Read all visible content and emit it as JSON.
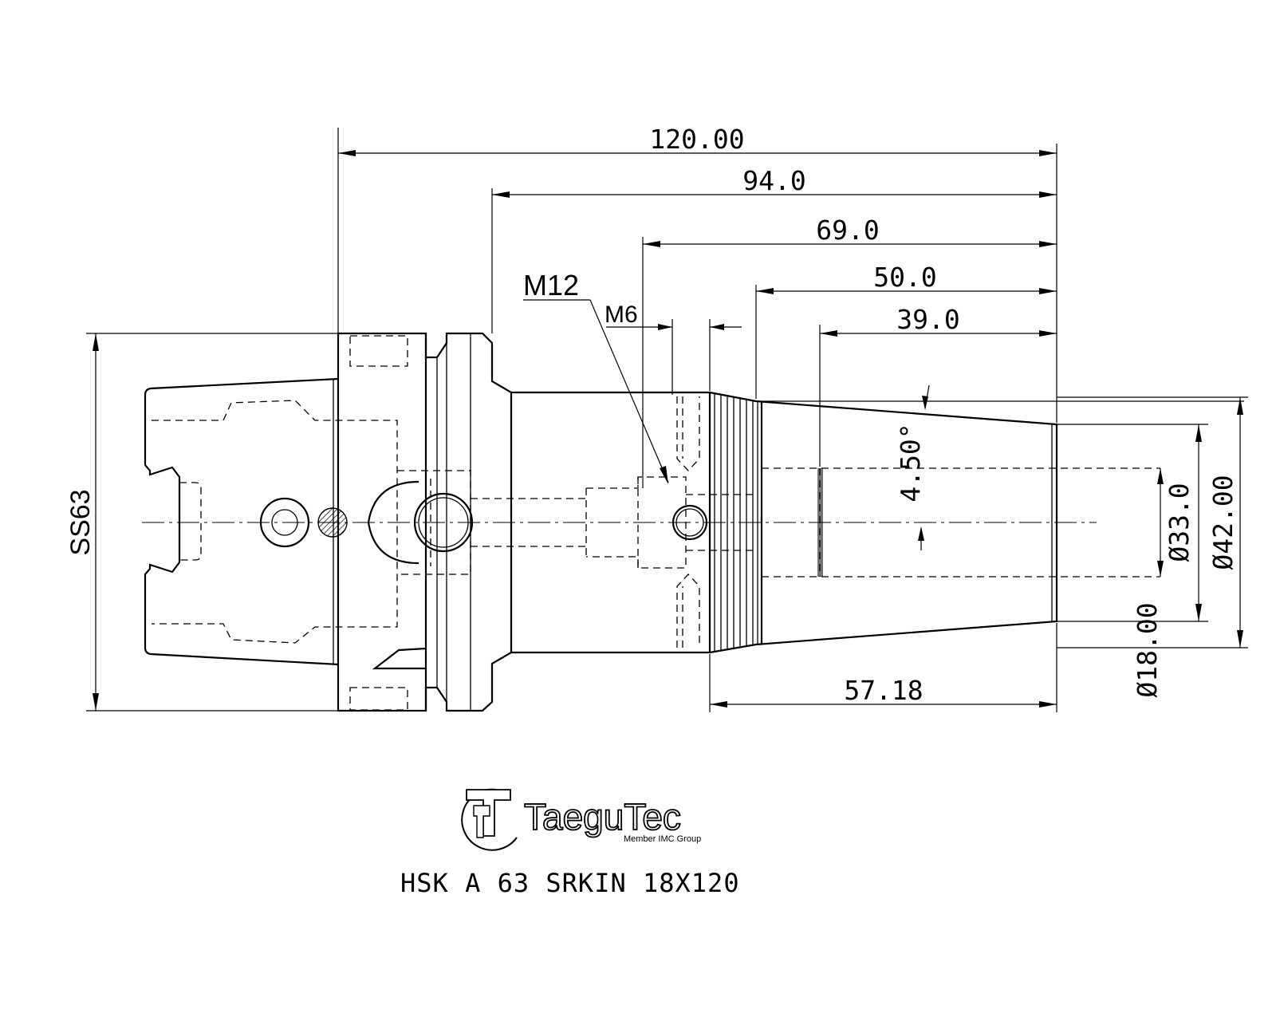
{
  "dimensions": {
    "overall_length": "120.00",
    "length_94": "94.0",
    "length_69": "69.0",
    "length_50": "50.0",
    "length_39": "39.0",
    "thread_length": "57.18",
    "taper_angle": "4.50°",
    "diameter_33": "Ø33.0",
    "diameter_42": "Ø42.00",
    "diameter_18": "Ø18.00",
    "shank_size": "SS63"
  },
  "callouts": {
    "thread_m12": "M12",
    "thread_m6": "M6"
  },
  "logo": {
    "name": "TaeguTec",
    "tagline": "Member IMC Group"
  },
  "title": "HSK A 63 SRKIN 18X120"
}
